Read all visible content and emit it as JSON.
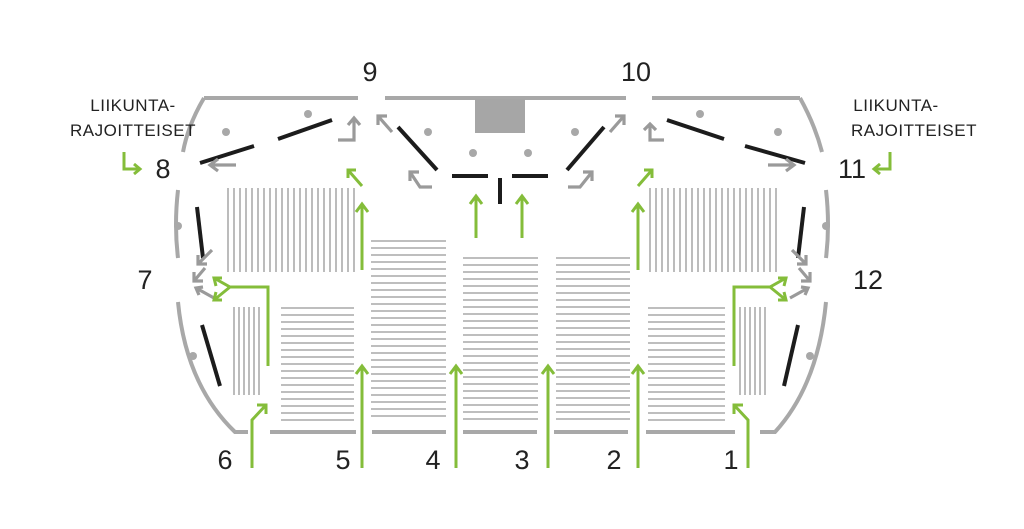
{
  "colors": {
    "entrance_arrow": "#84bd3a",
    "exit_arrow": "#9a9a9a",
    "wall": "#a8a8a8",
    "door_segment": "#1c1c1c",
    "seat_rows": "#b4b4b4",
    "stage_block": "#a6a6a6"
  },
  "entrances": [
    {
      "label": "1"
    },
    {
      "label": "2"
    },
    {
      "label": "3"
    },
    {
      "label": "4"
    },
    {
      "label": "5"
    },
    {
      "label": "6"
    },
    {
      "label": "7"
    },
    {
      "label": "8"
    },
    {
      "label": "9"
    },
    {
      "label": "10"
    },
    {
      "label": "11"
    },
    {
      "label": "12"
    }
  ],
  "accessibility": {
    "left": {
      "line1": "LIIKUNTA-",
      "line2": "RAJOITTEISET"
    },
    "right": {
      "line1": "LIIKUNTA-",
      "line2": "RAJOITTEISET"
    }
  }
}
